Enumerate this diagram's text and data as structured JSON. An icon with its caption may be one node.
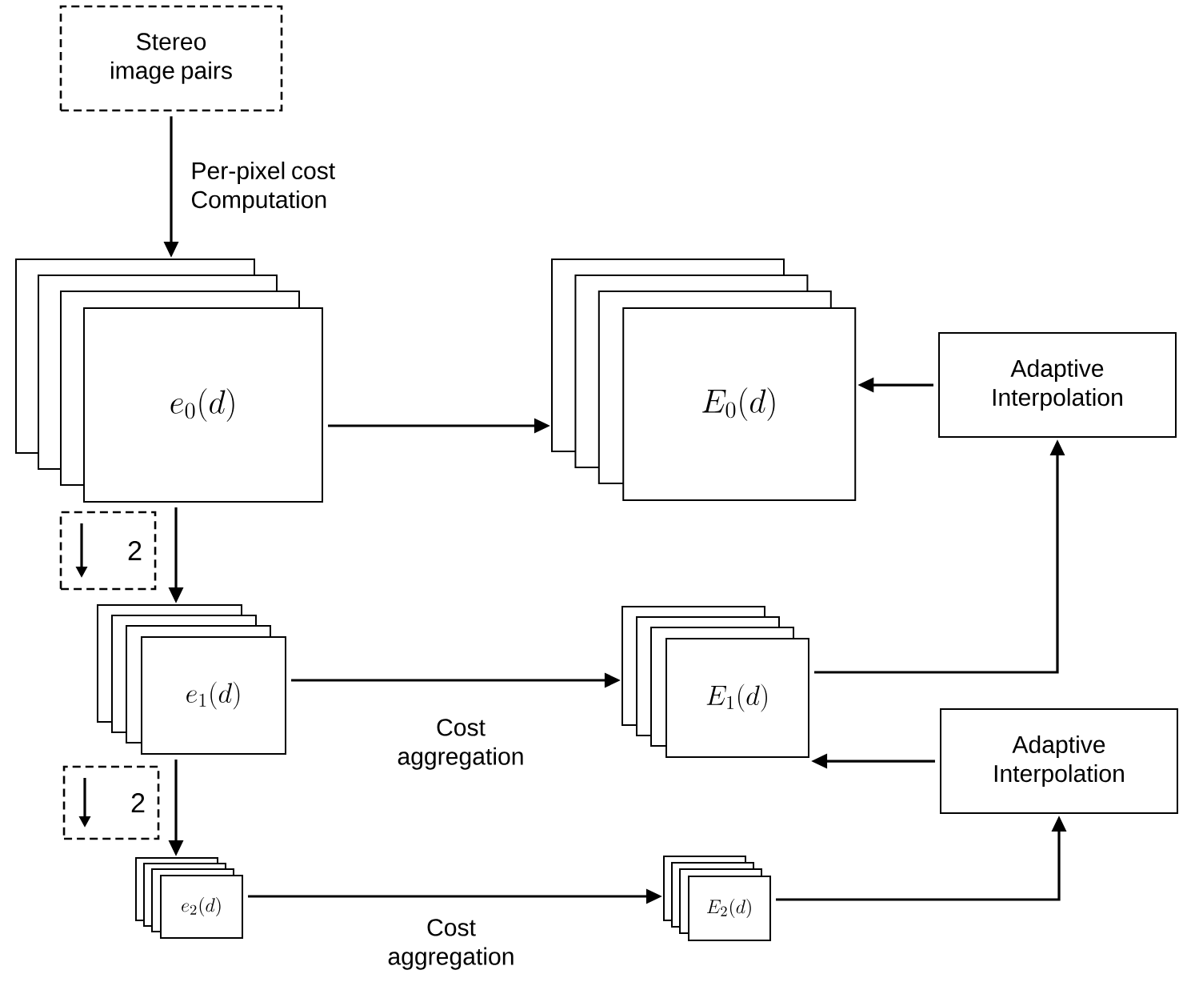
{
  "diagram": {
    "nodes": [
      {
        "text": [
          "Stereo image pairs"
        ]
      },
      {
        "text": [
          "e_{0}(d)"
        ]
      },
      {
        "text": [
          "E_{0}(d)"
        ]
      },
      {
        "text": [
          "Adaptive Interpolation"
        ]
      },
      {
        "text": [
          "2"
        ]
      },
      {
        "text": [
          "e_{1}(d)"
        ]
      },
      {
        "text": [
          "E_{1}(d)"
        ]
      },
      {
        "text": [
          "Adaptive Interpolation"
        ]
      },
      {
        "text": [
          "2"
        ]
      },
      {
        "text": [
          "e_{2}(d)"
        ]
      },
      {
        "text": [
          "E_{2}(d)"
        ]
      }
    ],
    "edges": [
      {
        "from": 0,
        "to": 1,
        "arrow": "to",
        "label": "Per-pixel cost Computation"
      },
      {
        "from": 1,
        "to": 2,
        "arrow": "to"
      },
      {
        "from": 3,
        "to": 2,
        "arrow": "to"
      },
      {
        "from": 1,
        "to": 5,
        "arrow": "to"
      },
      {
        "from": 5,
        "to": 6,
        "arrow": "to",
        "label": "Cost aggregation"
      },
      {
        "from": 6,
        "to": 3,
        "arrow": "to"
      },
      {
        "from": 7,
        "to": 6,
        "arrow": "to"
      },
      {
        "from": 5,
        "to": 9,
        "arrow": "to"
      },
      {
        "from": 9,
        "to": 10,
        "arrow": "to",
        "label": "Cost aggregation"
      },
      {
        "from": 10,
        "to": 7,
        "arrow": "to"
      }
    ]
  }
}
